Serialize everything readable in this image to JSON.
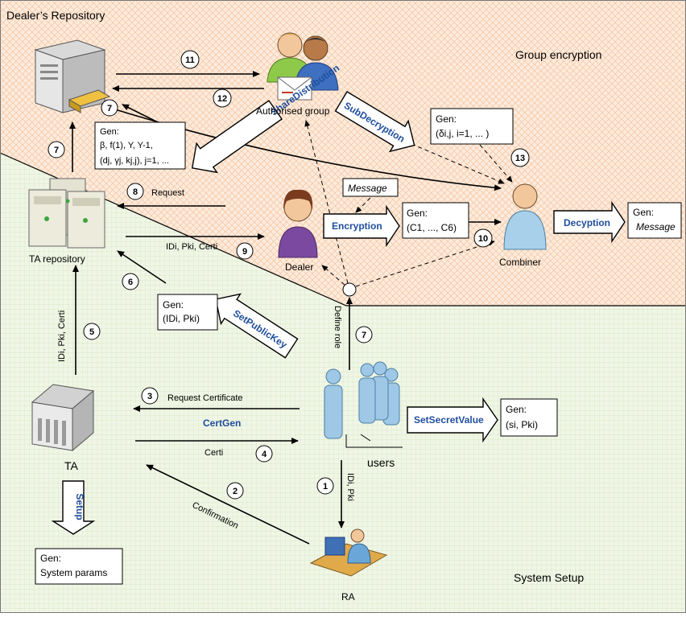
{
  "regions": {
    "dealer_repository": "Dealer’s Repository",
    "group_encryption": "Group encryption",
    "system_setup": "System Setup"
  },
  "nodes": {
    "authorised_group": "Authorised group",
    "ta_repository": "TA repository",
    "dealer": "Dealer",
    "combiner": "Combiner",
    "ta": "TA",
    "users": "users",
    "ra": "RA"
  },
  "gen_boxes": {
    "subdecryption": [
      "Gen:",
      "(δi,j, i=1, ... )"
    ],
    "sharedist": [
      "Gen:",
      "β, f(1), Y, Y-1,",
      "(dj, γj, kj,j), j=1, ..."
    ],
    "message": "Message",
    "encryption": [
      "Gen:",
      "(C1, ..., C6)"
    ],
    "decryption": [
      "Gen:",
      "Message"
    ],
    "setpublickey": [
      "Gen:",
      "(IDi, Pki)"
    ],
    "setsecret": [
      "Gen:",
      "(si, Pki)"
    ],
    "setup": [
      "Gen:",
      "System params"
    ]
  },
  "operations": {
    "subdecryption": "SubDecryption",
    "sharedistribution": "ShareDistribution",
    "encryption": "Encryption",
    "decryption": "Decyption",
    "setpublickey": "SetPublicKey",
    "setsecretvalue": "SetSecretValue",
    "certgen": "CertGen",
    "setup": "Setup"
  },
  "edge_labels": {
    "request": "Request",
    "id_pk_cert": "IDi, Pki, Certi",
    "define_role": "Define role",
    "id_pk_cert_5": "IDi, Pki, Certi",
    "request_certificate": "Request Certificate",
    "cert": "Certi",
    "confirmation": "Confirmation",
    "id_pk_1": "IDi, Pki"
  },
  "step_numbers": [
    "1",
    "2",
    "3",
    "4",
    "5",
    "6",
    "7",
    "7",
    "7",
    "8",
    "9",
    "10",
    "11",
    "12",
    "13"
  ],
  "colors": {
    "top_region": "#fde9d9",
    "top_hatch": "#f6c9a8",
    "bottom_region": "#eef5e3",
    "bottom_grid": "#d6e6c2",
    "operation_text": "#1f4e9c"
  }
}
